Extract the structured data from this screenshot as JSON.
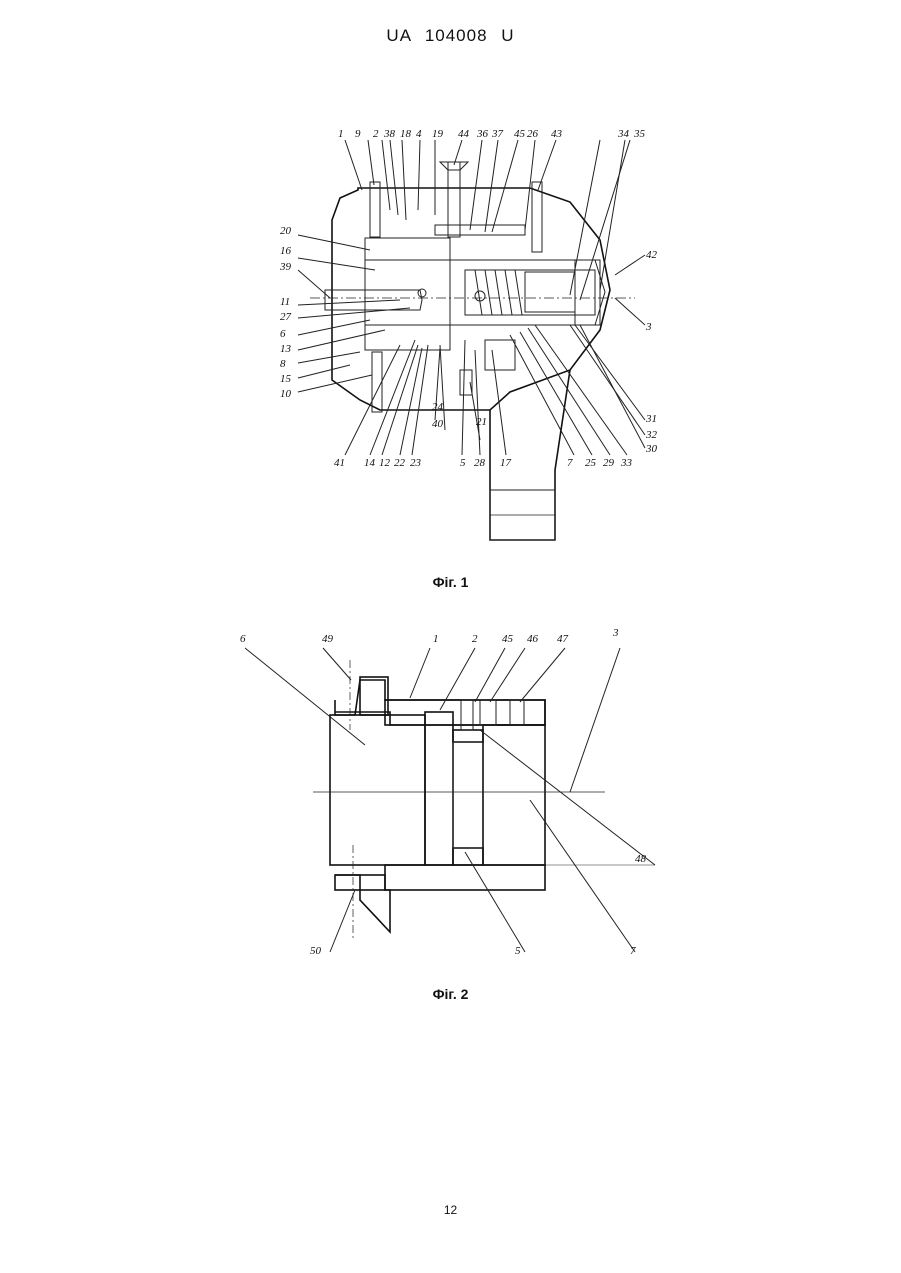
{
  "header": {
    "text": "UA   104008   U"
  },
  "figure1": {
    "caption": "Фіг. 1",
    "labels": [
      "1",
      "9",
      "2",
      "38",
      "18",
      "4",
      "19",
      "44",
      "36",
      "37",
      "45",
      "26",
      "43",
      "34",
      "35",
      "20",
      "16",
      "39",
      "11",
      "27",
      "6",
      "13",
      "8",
      "15",
      "10",
      "42",
      "3",
      "41",
      "14",
      "12",
      "22",
      "23",
      "24",
      "40",
      "5",
      "28",
      "21",
      "17",
      "7",
      "25",
      "29",
      "33",
      "30",
      "32",
      "31"
    ]
  },
  "figure2": {
    "caption": "Фіг. 2",
    "labels": [
      "6",
      "49",
      "1",
      "2",
      "45",
      "46",
      "47",
      "3",
      "48",
      "50",
      "5",
      "7"
    ]
  },
  "page_number": "12"
}
